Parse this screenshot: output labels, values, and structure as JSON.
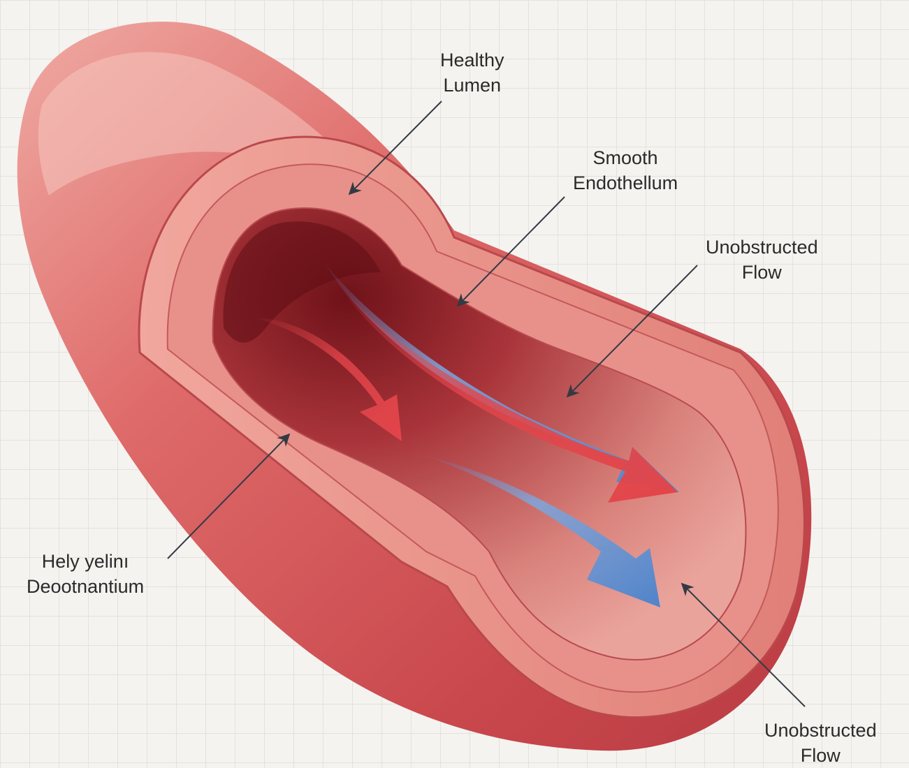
{
  "labels": {
    "healthy_lumen": {
      "line1": "Healthy",
      "line2": "Lumen"
    },
    "smooth_endothelium": {
      "line1": "Smooth",
      "line2": "Endothellum"
    },
    "unobstructed_flow_top": {
      "line1": "Unobstructed",
      "line2": "Flow"
    },
    "left_wall": {
      "line1": "Hely yelinı",
      "line2": "Deootnantium"
    },
    "unobstructed_flow_bottom": {
      "line1": "Unobstructed",
      "line2": "Flow"
    }
  },
  "colors": {
    "vessel_outer": "#d9575b",
    "vessel_highlight": "#f2b3ac",
    "wall_layer": "#e98f86",
    "lumen_dark": "#7d1820",
    "lumen_floor": "#e3928a",
    "arrow_red": "#e2454a",
    "arrow_blue": "#5f8fcf",
    "pointer": "#333a44"
  }
}
